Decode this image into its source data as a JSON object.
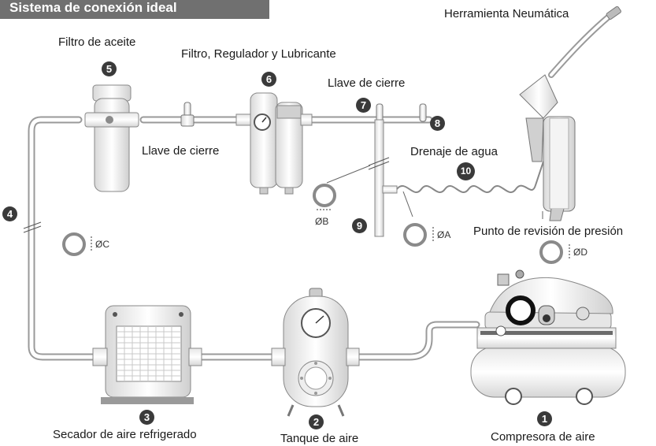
{
  "header": {
    "title": "Sistema de conexión ideal"
  },
  "components": [
    {
      "number": "1",
      "label": "Compresora de aire"
    },
    {
      "number": "2",
      "label": "Tanque de aire"
    },
    {
      "number": "3",
      "label": "Secador de aire refrigerado"
    },
    {
      "number": "4",
      "label": ""
    },
    {
      "number": "5",
      "label": "Filtro de aceite"
    },
    {
      "number": "6",
      "label": "Filtro, Regulador y Lubricante"
    },
    {
      "number": "7",
      "label": "Llave de cierre"
    },
    {
      "number": "8",
      "label": ""
    },
    {
      "number": "9",
      "label": ""
    },
    {
      "number": "10",
      "label": ""
    }
  ],
  "labels": {
    "pneumatic_tool": "Herramienta Neumática",
    "shutoff_valve": "Llave de cierre",
    "water_drain": "Drenaje de agua",
    "pressure_check": "Punto de revisión de presión"
  },
  "diameters": {
    "a": "ØA",
    "b": "ØB",
    "c": "ØC",
    "d": "ØD"
  }
}
